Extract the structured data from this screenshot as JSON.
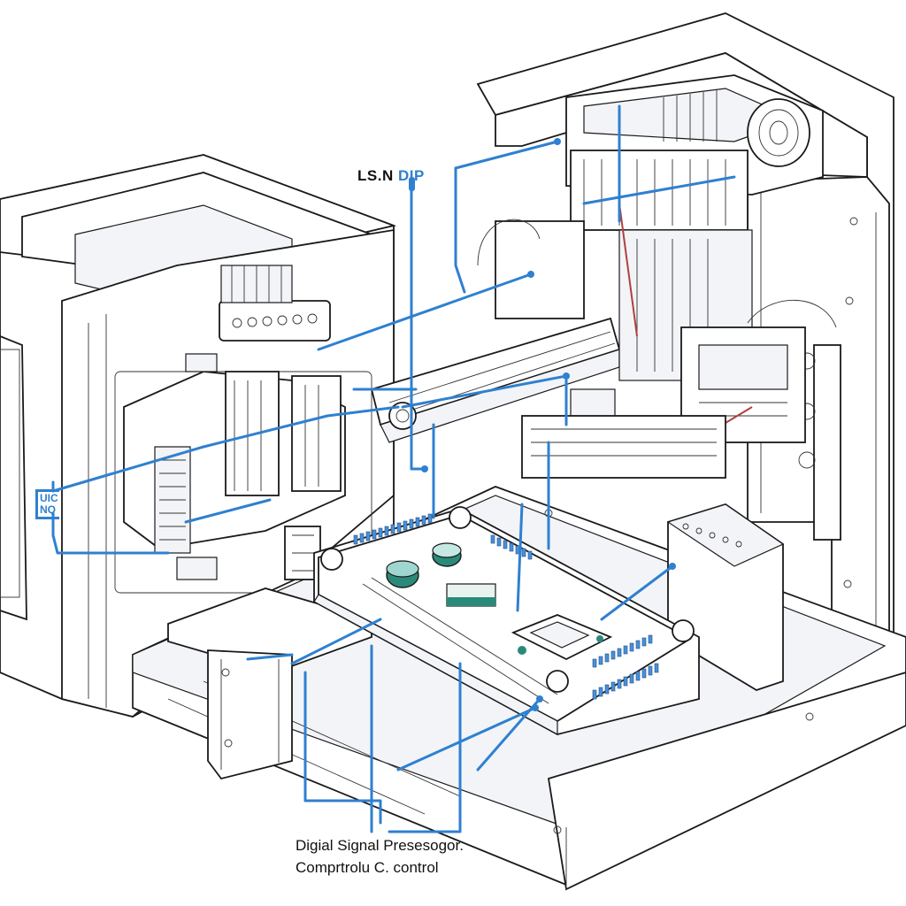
{
  "diagram": {
    "subject": "Isometric technical line drawing of a digital signal processing machine with a control circuit board",
    "labels": {
      "top_label_dark": "LS.N",
      "top_label_blue": "DIP",
      "side_label_line1": "UIC",
      "side_label_line2": "NQ",
      "caption_line1": "Digial Signal  Presesogor.",
      "caption_line2": "Comprtrolu C. control"
    },
    "colors": {
      "line": "#1a1a1a",
      "wire_accent": "#2f80d0",
      "wire_secondary": "#b04040",
      "background": "#ffffff",
      "component_green": "#2a8a7a"
    },
    "components": [
      "left-cabinet",
      "right-cabinet",
      "central-gantry-arm",
      "upper-mechanism-assembly",
      "main-control-board",
      "left-relay-bank",
      "terminal-block",
      "front-support-bracket",
      "right-side-bracket",
      "base-frame"
    ]
  }
}
